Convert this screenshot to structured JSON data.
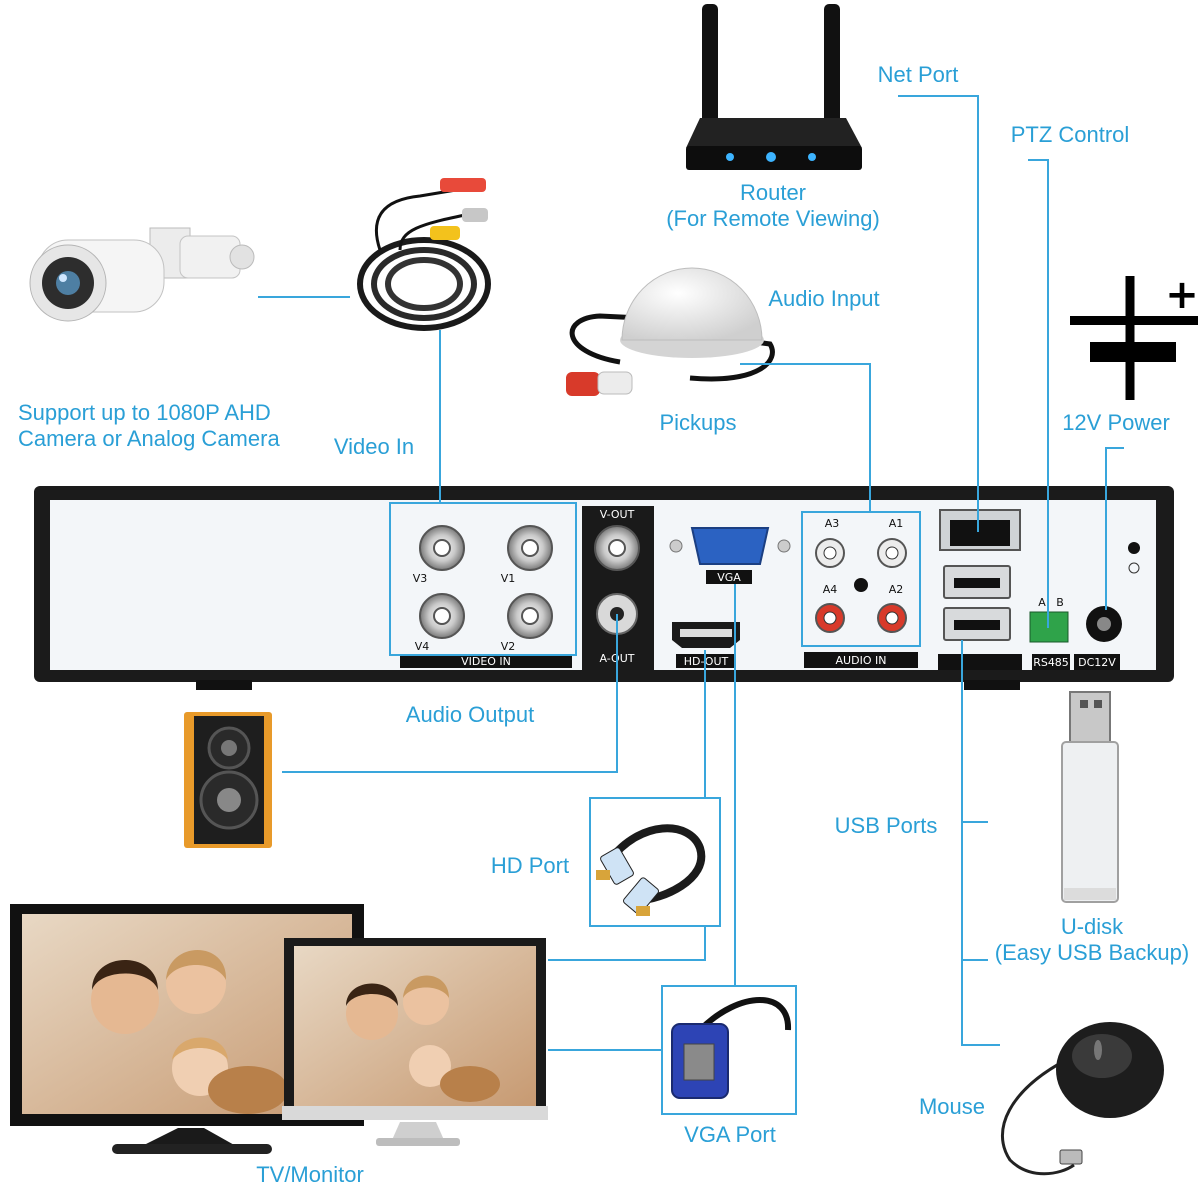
{
  "labels": {
    "net_port": "Net Port",
    "ptz_control": "PTZ Control",
    "router_line1": "Router",
    "router_line2": "(For Remote Viewing)",
    "audio_input": "Audio Input",
    "pickups": "Pickups",
    "power": "12V Power",
    "camera_line1": "Support up to 1080P AHD",
    "camera_line2": "Camera or Analog Camera",
    "video_in": "Video In",
    "audio_output": "Audio Output",
    "usb_ports": "USB Ports",
    "hd_port": "HD Port",
    "udisk_line1": "U-disk",
    "udisk_line2": "(Easy USB Backup)",
    "vga_port": "VGA Port",
    "mouse": "Mouse",
    "tv_monitor": "TV/Monitor"
  },
  "panel": {
    "v3": "V3",
    "v1": "V1",
    "v4": "V4",
    "v2": "V2",
    "video_in": "VIDEO IN",
    "v_out": "V-OUT",
    "a_out": "A-OUT",
    "vga": "VGA",
    "hd_out": "HD-OUT",
    "a3": "A3",
    "a1": "A1",
    "a4": "A4",
    "a2": "A2",
    "audio_in": "AUDIO IN",
    "a": "A",
    "b": "B",
    "rs485": "RS485",
    "dc12v": "DC12V"
  },
  "power_symbol": "+",
  "colors": {
    "accent": "#2a9fd6",
    "panel": "#f3f6f9",
    "chassis": "#1b1b1b"
  }
}
